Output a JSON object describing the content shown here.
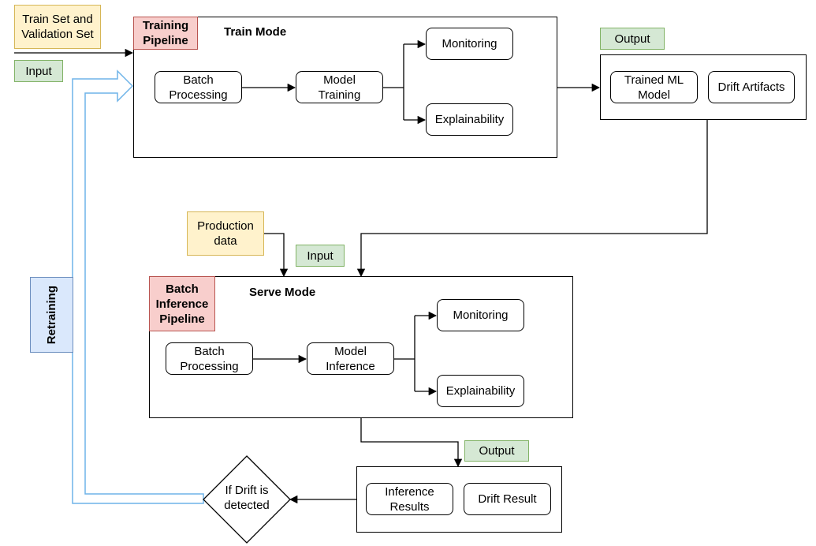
{
  "inputs": {
    "train_validation_set": "Train Set and\nValidation Set",
    "input_top": "Input",
    "production_data": "Production\ndata",
    "input_middle": "Input"
  },
  "train": {
    "tag": "Training\nPipeline",
    "title": "Train Mode",
    "batch_processing": "Batch\nProcessing",
    "model_training": "Model\nTraining",
    "monitoring": "Monitoring",
    "explainability": "Explainability"
  },
  "train_output": {
    "tag": "Output",
    "trained_model": "Trained ML\nModel",
    "drift_artifacts": "Drift Artifacts"
  },
  "serve": {
    "tag": "Batch\nInference\nPipeline",
    "title": "Serve Mode",
    "batch_processing": "Batch\nProcessing",
    "model_inference": "Model\nInference",
    "monitoring": "Monitoring",
    "explainability": "Explainability"
  },
  "serve_output": {
    "tag": "Output",
    "inference_results": "Inference\nResults",
    "drift_result": "Drift Result"
  },
  "decision": {
    "label": "If Drift is\ndetected"
  },
  "retraining": {
    "label": "Retraining"
  },
  "colors": {
    "green_fill": "#d5e8d4",
    "yellow_fill": "#fff2cc",
    "red_fill": "#f8cecc",
    "blue_fill": "#dae8fc",
    "retrain_arrow": "#6fb4e8"
  }
}
